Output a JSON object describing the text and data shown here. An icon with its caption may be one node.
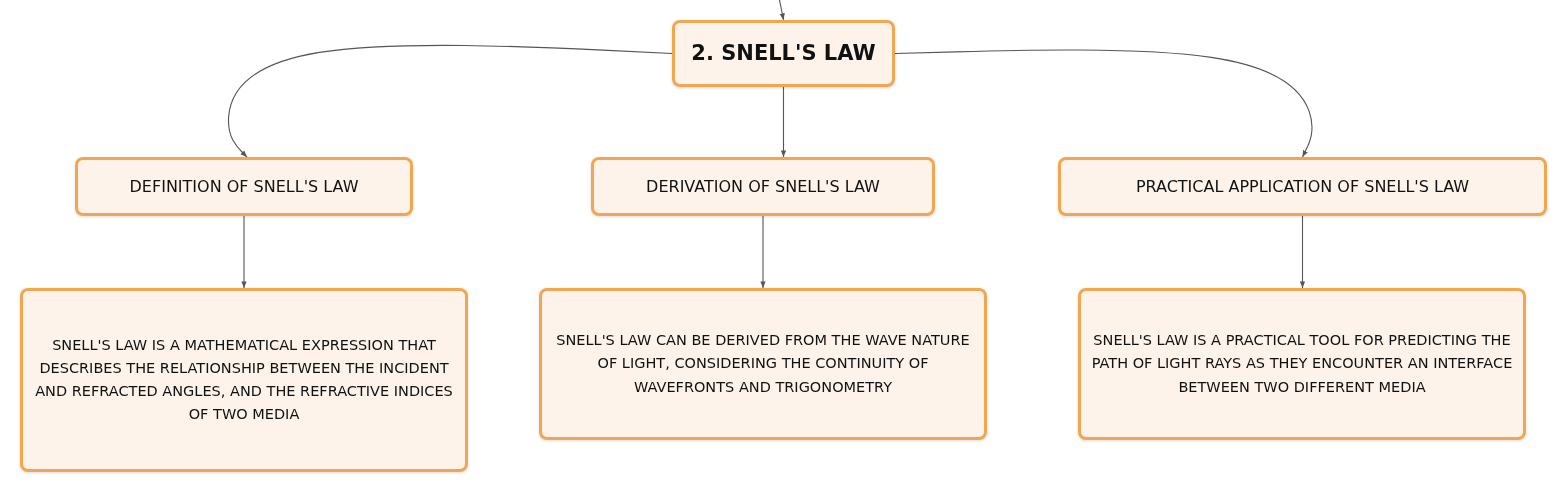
{
  "diagram": {
    "nodes": [
      {
        "text": [
          "2. SNELL'S LAW"
        ]
      },
      {
        "text": [
          "DEFINITION OF SNELL'S LAW"
        ]
      },
      {
        "text": [
          "DERIVATION OF SNELL'S LAW"
        ]
      },
      {
        "text": [
          "PRACTICAL APPLICATION OF SNELL'S LAW"
        ]
      },
      {
        "text": [
          "SNELL'S LAW IS A MATHEMATICAL EXPRESSION THAT DESCRIBES THE RELATIONSHIP BETWEEN THE INCIDENT AND REFRACTED ANGLES, AND THE REFRACTIVE INDICES OF TWO MEDIA"
        ]
      },
      {
        "text": [
          "SNELL'S LAW CAN BE DERIVED FROM THE WAVE NATURE OF LIGHT, CONSIDERING THE CONTINUITY OF WAVEFRONTS AND TRIGONOMETRY"
        ]
      },
      {
        "text": [
          "SNELL'S LAW IS A PRACTICAL TOOL FOR PREDICTING THE PATH OF LIGHT RAYS AS THEY ENCOUNTER AN INTERFACE BETWEEN TWO DIFFERENT MEDIA"
        ]
      }
    ],
    "edges": [
      {
        "from": null,
        "to": 0,
        "arrow": "to"
      },
      {
        "from": 0,
        "to": 1,
        "arrow": "to"
      },
      {
        "from": 0,
        "to": 2,
        "arrow": "to"
      },
      {
        "from": 0,
        "to": 3,
        "arrow": "to"
      },
      {
        "from": 1,
        "to": 4,
        "arrow": "to"
      },
      {
        "from": 2,
        "to": 5,
        "arrow": "to"
      },
      {
        "from": 3,
        "to": 6,
        "arrow": "to"
      }
    ]
  }
}
